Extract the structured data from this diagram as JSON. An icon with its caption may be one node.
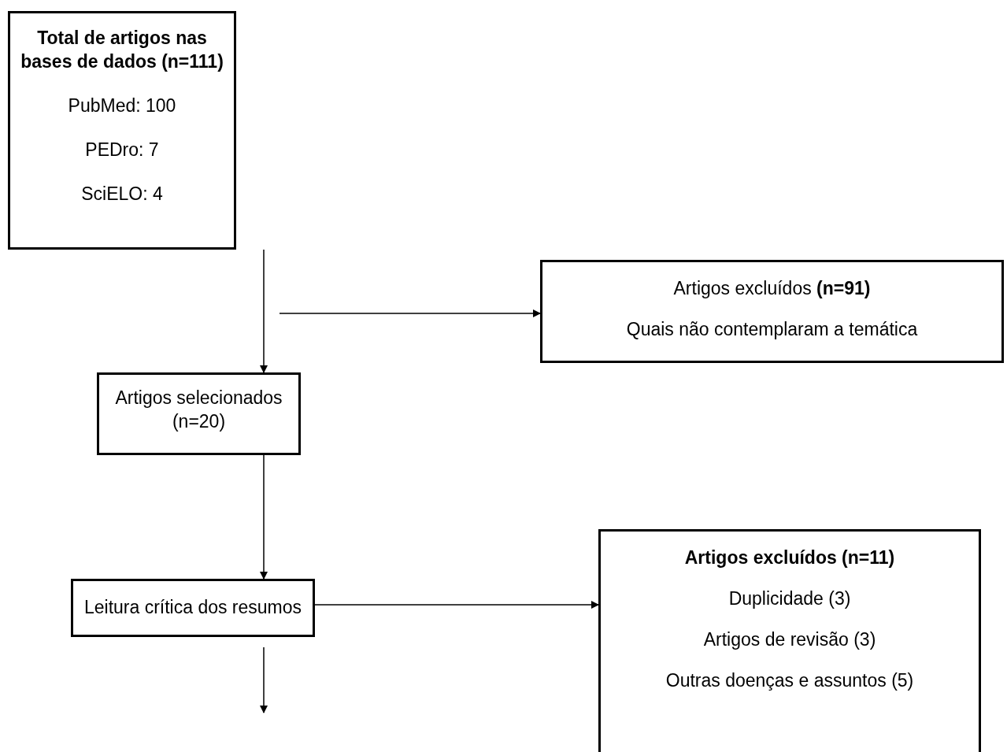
{
  "diagram": {
    "nodes": [
      {
        "text": [
          "Total de artigos nas bases de dados (n=111)",
          "PubMed: 100",
          "PEDro: 7",
          "SciELO: 4"
        ]
      },
      {
        "text": [
          "Artigos excluídos **(n=91)**",
          "Quais não contemplaram a temática"
        ]
      },
      {
        "text": [
          "Artigos selecionados (n=20)"
        ]
      },
      {
        "text": [
          "Leitura crítica dos resumos"
        ]
      },
      {
        "text": [
          "Artigos excluídos (n=11)",
          "Duplicidade (3)",
          "Artigos de revisão (3)",
          "Outras doenças e assuntos (5)"
        ]
      }
    ],
    "edges": [
      {
        "from": 0,
        "to": 2,
        "arrow": "to"
      },
      {
        "from": null,
        "to": 1,
        "arrow": "to"
      },
      {
        "from": 2,
        "to": 3,
        "arrow": "to"
      },
      {
        "from": 3,
        "to": 4,
        "arrow": "to"
      },
      {
        "from": 3,
        "to": null,
        "arrow": "to"
      }
    ]
  }
}
